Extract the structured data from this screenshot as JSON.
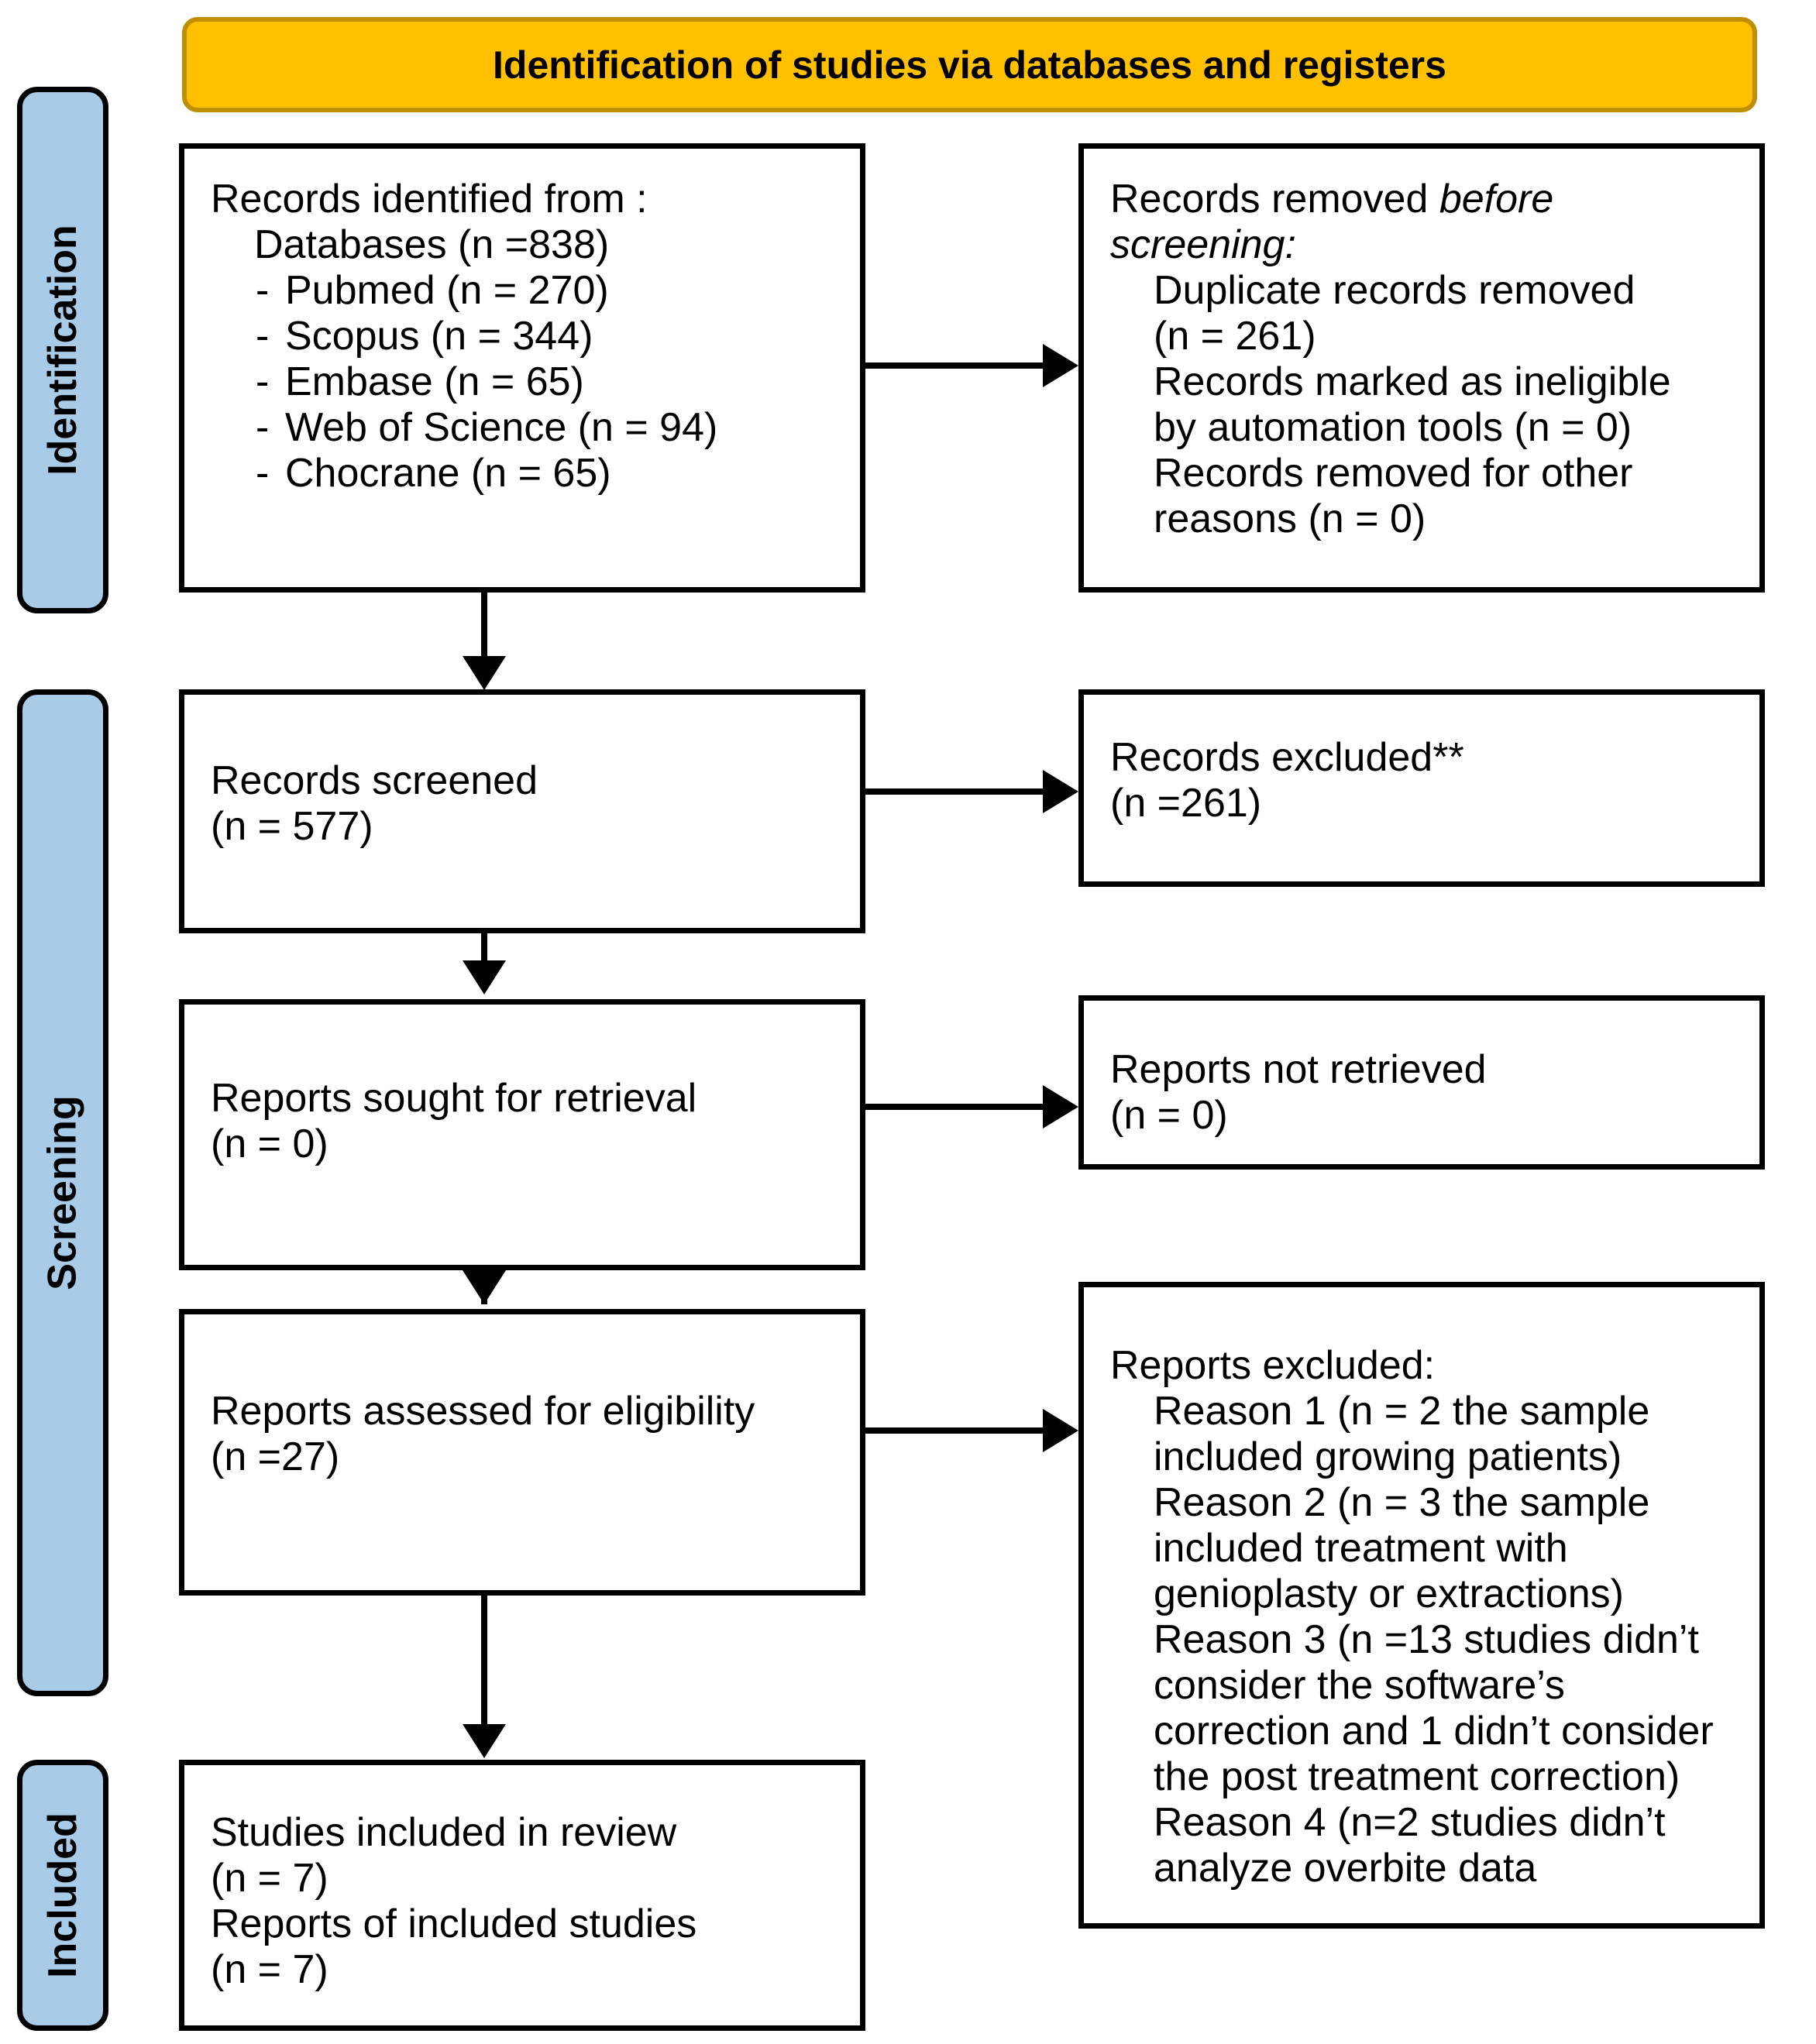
{
  "banner": {
    "title": "Identification of studies via databases and registers"
  },
  "stages": [
    {
      "label": "Identification"
    },
    {
      "label": "Screening"
    },
    {
      "label": "Included"
    }
  ],
  "boxes": {
    "identified": {
      "line1": "Records identified from :",
      "line2": "Databases (n =838)",
      "items": [
        {
          "dash": "-",
          "text": "Pubmed (n = 270)"
        },
        {
          "dash": "-",
          "text": "Scopus (n = 344)"
        },
        {
          "dash": "-",
          "text": "Embase (n = 65)"
        },
        {
          "dash": "-",
          "text": "Web of Science (n = 94)"
        },
        {
          "dash": "-",
          "text": "Chocrane (n = 65)"
        }
      ]
    },
    "removed_before": {
      "line1a": "Records removed ",
      "line1b": "before screening",
      "line1c": ":",
      "line2": "Duplicate records removed\n(n = 261)\nRecords marked as ineligible\nby automation tools (n = 0)\nRecords removed for other\nreasons (n = 0)"
    },
    "screened": {
      "line1": "Records screened",
      "line2": "(n = 577)"
    },
    "excluded": {
      "line1": "Records excluded**",
      "line2": "(n =261)"
    },
    "sought": {
      "line1": "Reports sought for retrieval",
      "line2": "(n = 0)"
    },
    "not_retrieved": {
      "line1": "Reports not retrieved",
      "line2": "(n = 0)"
    },
    "assessed": {
      "line1": "Reports assessed for eligibility",
      "line2": "(n =27)"
    },
    "reports_excluded": {
      "line1": "Reports excluded:",
      "reasons": "Reason 1 (n = 2 the sample\nincluded growing patients)\nReason 2 (n = 3 the sample\nincluded treatment with\ngenioplasty or extractions)\nReason 3 (n =13 studies didn’t\nconsider the software’s\ncorrection and 1 didn’t consider\nthe post treatment correction)\nReason 4 (n=2 studies didn’t\nanalyze overbite data"
    },
    "included": {
      "line1": "Studies included in review",
      "line2": "(n = 7)",
      "line3": "Reports of included studies",
      "line4": "(n = 7)"
    }
  },
  "colors": {
    "banner_fill": "#FFC000",
    "banner_border": "#BF8F00",
    "stage_fill": "#A8CBE8",
    "box_border": "#000000",
    "text": "#000000"
  }
}
